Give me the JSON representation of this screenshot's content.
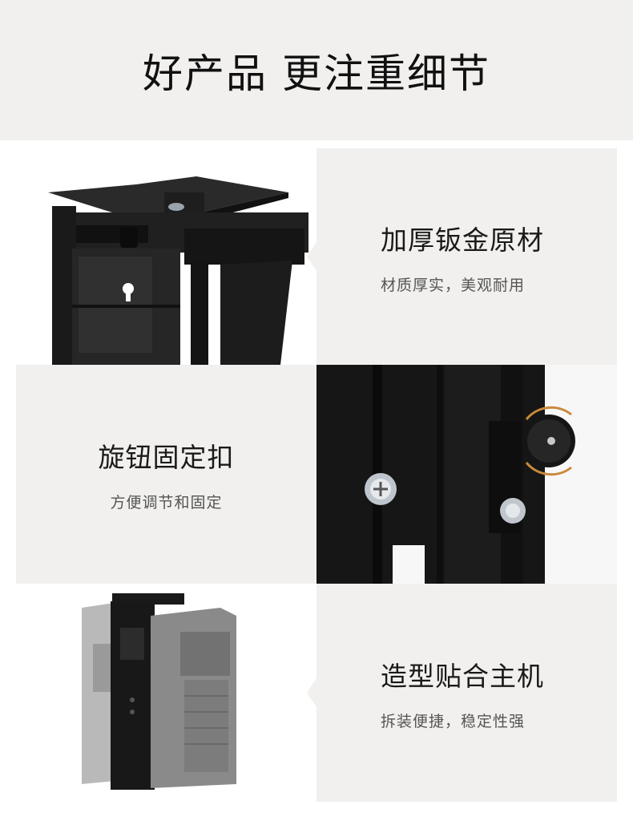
{
  "header": {
    "title": "好产品 更注重细节"
  },
  "features": [
    {
      "title": "加厚钣金原材",
      "subtitle": "材质厚实，美观耐用",
      "image": "sheet-metal-bracket"
    },
    {
      "title": "旋钮固定扣",
      "subtitle": "方便调节和固定",
      "image": "knob-fastener"
    },
    {
      "title": "造型贴合主机",
      "subtitle": "拆装便捷，稳定性强",
      "image": "pc-case-holder"
    }
  ],
  "colors": {
    "panel_bg": "#f1f0ee",
    "metal": "#1b1b1b",
    "text": "#1a1a1a",
    "subtext": "#555555"
  }
}
